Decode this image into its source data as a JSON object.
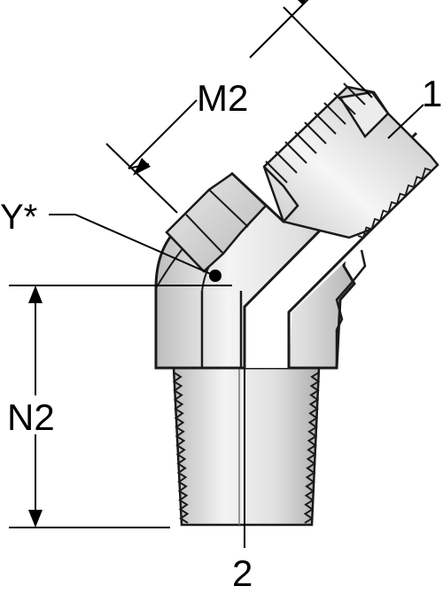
{
  "labels": {
    "m2": "M2",
    "port1": "1",
    "y": "Y*",
    "n2": "N2",
    "port2": "2"
  },
  "colors": {
    "outline": "#1a1a1a",
    "steel_light": "#f2f2f2",
    "steel_mid": "#d9d9d9",
    "steel_dark": "#a6a6a6",
    "thread_shadow": "#8c8c8c"
  }
}
